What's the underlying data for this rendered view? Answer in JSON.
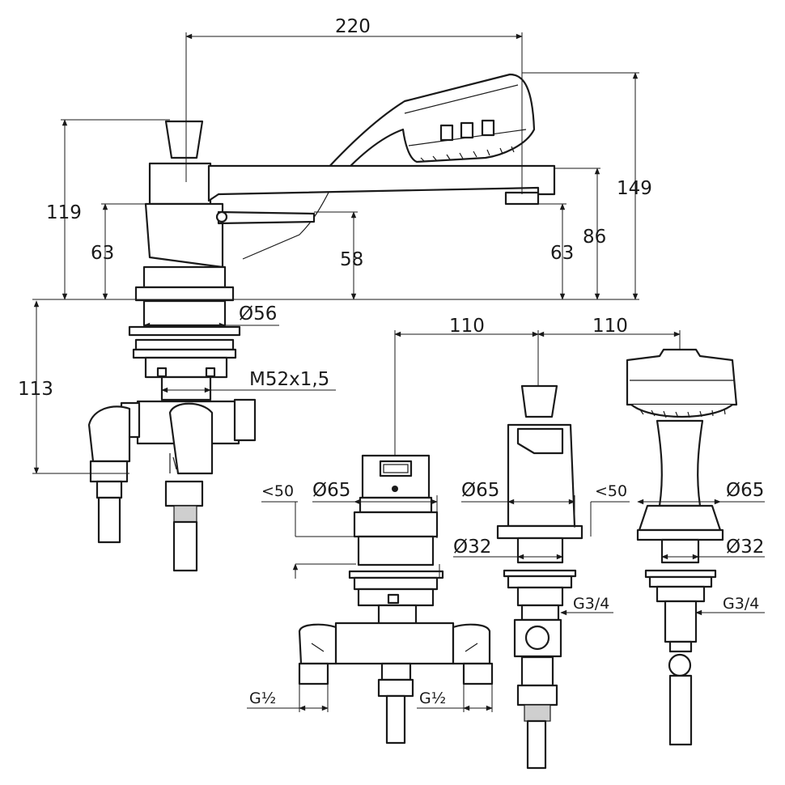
{
  "dimensions": {
    "overall_length": "220",
    "overall_height": "149",
    "spout_height_outlet": "86",
    "lever_height_left": "119",
    "body_height_left": "63",
    "lever_axis_height": "58",
    "outlet_height_right": "63",
    "below_deck_depth": "113",
    "body_diameter": "Ø56",
    "mounting_thread": "M52x1,5",
    "spacing_left": "110",
    "spacing_right": "110",
    "deck_thickness_left": "<50",
    "deck_thickness_right": "<50",
    "diverter_diameter": "Ø65",
    "valve_diameter": "Ø65",
    "shower_base_diameter": "Ø65",
    "valve_hole_diameter": "Ø32",
    "shower_hole_diameter": "Ø32",
    "valve_thread": "G3/4",
    "shower_thread": "G3/4",
    "inlet_thread_left": "G½",
    "inlet_thread_right": "G½"
  },
  "colors": {
    "line": "#1a1a1a",
    "background": "#ffffff",
    "hatch": "#cfcfcf"
  }
}
